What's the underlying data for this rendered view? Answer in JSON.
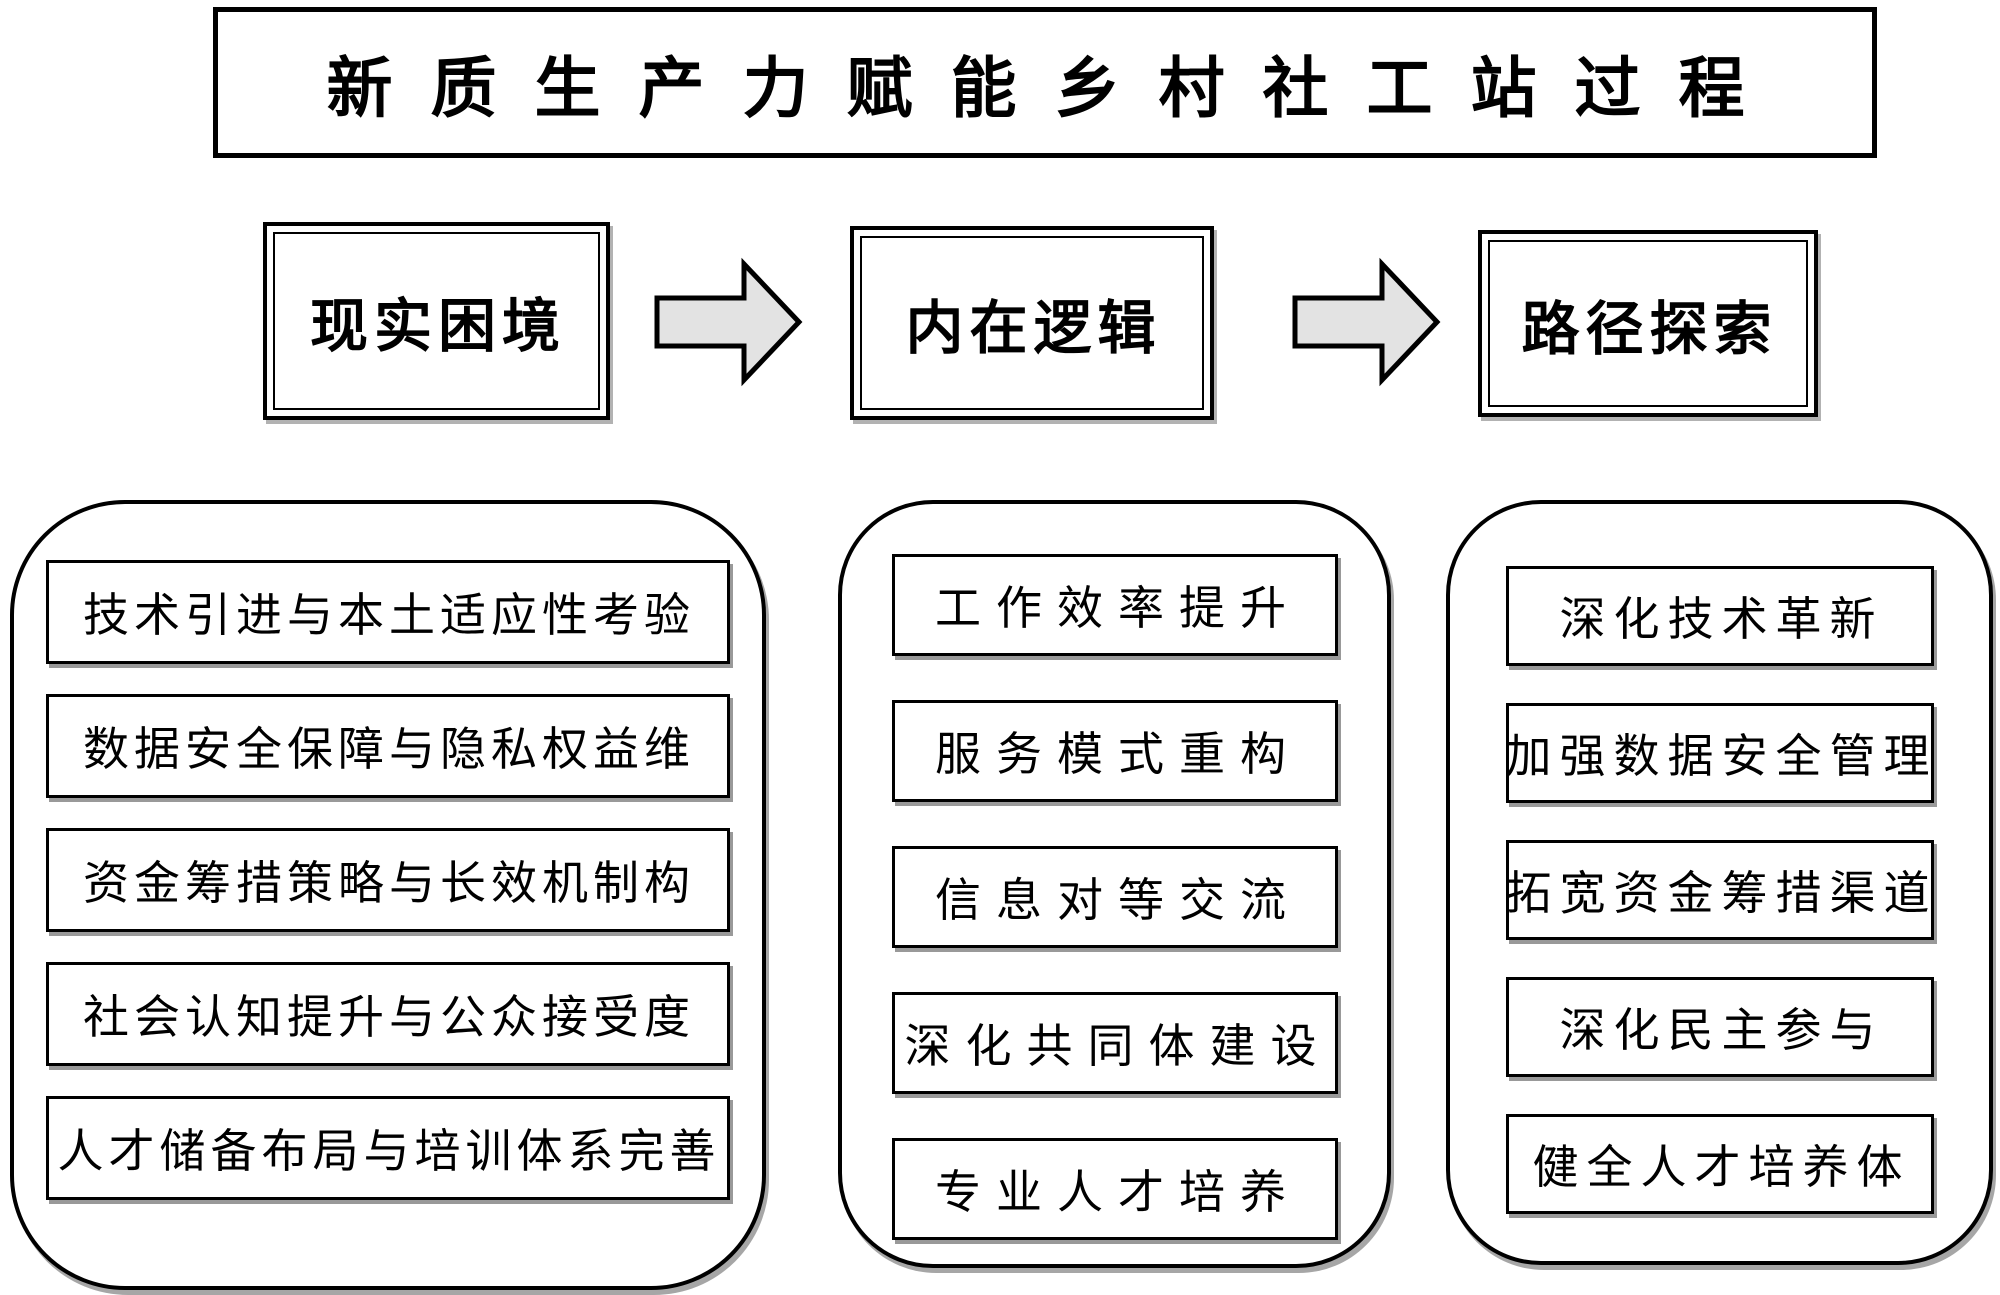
{
  "page": {
    "background": "#ffffff",
    "ink": "#000000",
    "arrow_fill": "#e3e3e3"
  },
  "title": {
    "text": "新质生产力赋能乡村社工站过程"
  },
  "flow": {
    "steps": [
      {
        "label": "现实困境"
      },
      {
        "label": "内在逻辑"
      },
      {
        "label": "路径探索"
      }
    ]
  },
  "columns": [
    {
      "heading": "现实困境",
      "items": [
        "技术引进与本土适应性考验",
        "数据安全保障与隐私权益维",
        "资金筹措策略与长效机制构",
        "社会认知提升与公众接受度",
        "人才储备布局与培训体系完善"
      ]
    },
    {
      "heading": "内在逻辑",
      "items": [
        "工作效率提升",
        "服务模式重构",
        "信息对等交流",
        "深化共同体建设",
        "专业人才培养"
      ]
    },
    {
      "heading": "路径探索",
      "items": [
        "深化技术革新",
        "加强数据安全管理",
        "拓宽资金筹措渠道",
        "深化民主参与",
        "健全人才培养体"
      ]
    }
  ]
}
